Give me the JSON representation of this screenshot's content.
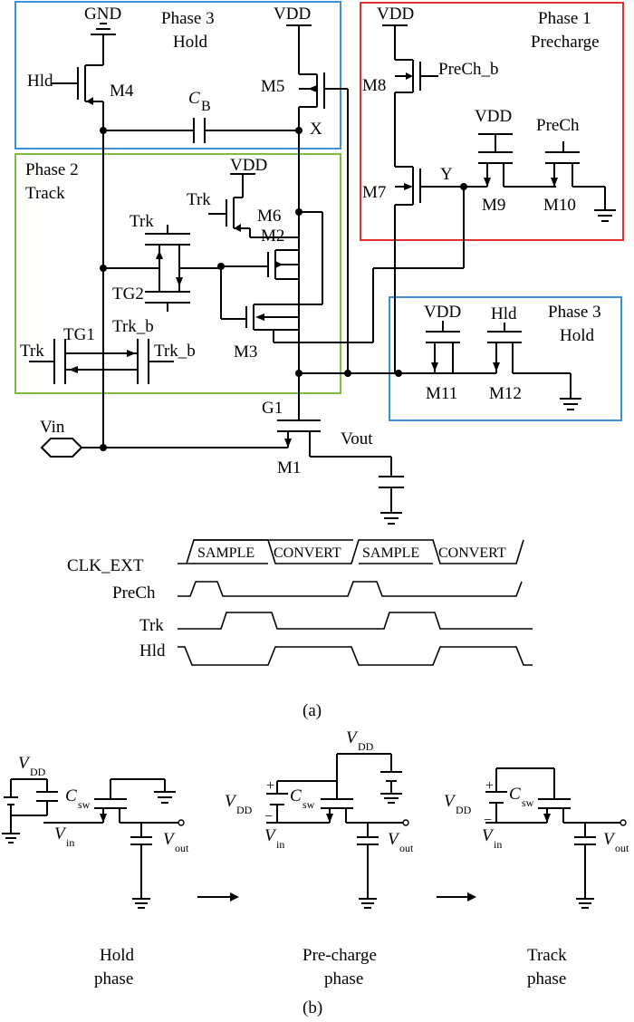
{
  "labels": {
    "gnd": "GND",
    "vdd": "VDD",
    "hld": "Hld",
    "trk": "Trk",
    "trk_b": "Trk_b",
    "prech": "PreCh",
    "prech_b": "PreCh_b",
    "vin": "Vin",
    "vout": "Vout",
    "g1": "G1",
    "x": "X",
    "y": "Y",
    "cb_c": "C",
    "cb_sub": "B",
    "m1": "M1",
    "m2": "M2",
    "m3": "M3",
    "m4": "M4",
    "m5": "M5",
    "m6": "M6",
    "m7": "M7",
    "m8": "M8",
    "m9": "M9",
    "m10": "M10",
    "m11": "M11",
    "m12": "M12",
    "tg1": "TG1",
    "tg2": "TG2"
  },
  "phases": {
    "phase3_top": {
      "line1": "Phase 3",
      "line2": "Hold"
    },
    "phase2": {
      "line1": "Phase 2",
      "line2": "Track"
    },
    "phase1": {
      "line1": "Phase 1",
      "line2": "Precharge"
    },
    "phase3_right": {
      "line1": "Phase 3",
      "line2": "Hold"
    }
  },
  "timing": {
    "clk_ext": "CLK_EXT",
    "prech": "PreCh",
    "trk": "Trk",
    "hld": "Hld",
    "segments": [
      "SAMPLE",
      "CONVERT",
      "SAMPLE",
      "CONVERT"
    ]
  },
  "captions": {
    "a": "(a)",
    "b": "(b)"
  },
  "part_b": {
    "v_main": "V",
    "v_dd_sub": "DD",
    "c_main": "C",
    "c_sw_sub": "sw",
    "vin_main": "V",
    "vin_sub": "in",
    "vout_main": "V",
    "vout_sub": "out",
    "plus": "+",
    "minus": "−",
    "phase1_name": {
      "line1": "Hold",
      "line2": "phase"
    },
    "phase2_name": {
      "line1": "Pre-charge",
      "line2": "phase"
    },
    "phase3_name": {
      "line1": "Track",
      "line2": "phase"
    }
  },
  "colors": {
    "blue": "#3d8fd6",
    "green": "#7fbf3f",
    "red": "#e03030"
  }
}
